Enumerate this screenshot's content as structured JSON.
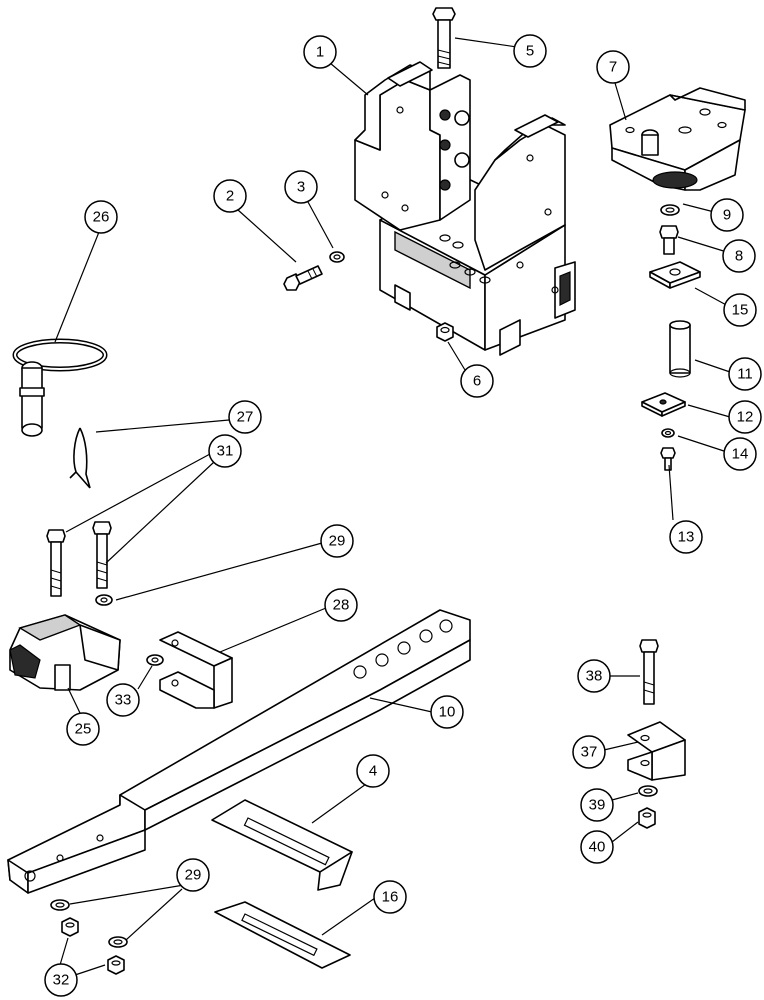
{
  "callouts": [
    {
      "id": "c1",
      "label": "1"
    },
    {
      "id": "c2",
      "label": "2"
    },
    {
      "id": "c3",
      "label": "3"
    },
    {
      "id": "c4",
      "label": "4"
    },
    {
      "id": "c5",
      "label": "5"
    },
    {
      "id": "c6",
      "label": "6"
    },
    {
      "id": "c7",
      "label": "7"
    },
    {
      "id": "c8",
      "label": "8"
    },
    {
      "id": "c9",
      "label": "9"
    },
    {
      "id": "c10",
      "label": "10"
    },
    {
      "id": "c11",
      "label": "11"
    },
    {
      "id": "c12",
      "label": "12"
    },
    {
      "id": "c13",
      "label": "13"
    },
    {
      "id": "c14",
      "label": "14"
    },
    {
      "id": "c15",
      "label": "15"
    },
    {
      "id": "c16",
      "label": "16"
    },
    {
      "id": "c25",
      "label": "25"
    },
    {
      "id": "c26",
      "label": "26"
    },
    {
      "id": "c27",
      "label": "27"
    },
    {
      "id": "c28",
      "label": "28"
    },
    {
      "id": "c29a",
      "label": "29"
    },
    {
      "id": "c29b",
      "label": "29"
    },
    {
      "id": "c31",
      "label": "31"
    },
    {
      "id": "c32",
      "label": "32"
    },
    {
      "id": "c33",
      "label": "33"
    },
    {
      "id": "c37",
      "label": "37"
    },
    {
      "id": "c38",
      "label": "38"
    },
    {
      "id": "c39",
      "label": "39"
    },
    {
      "id": "c40",
      "label": "40"
    }
  ]
}
